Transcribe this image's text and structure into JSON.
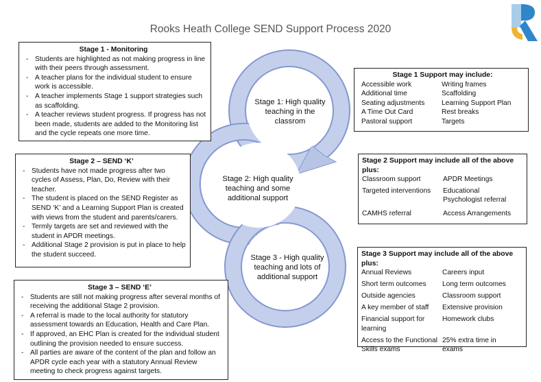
{
  "title": "Rooks Heath College SEND Support Process 2020",
  "colors": {
    "ring": "#b8c4e6",
    "ring_edge": "#8598d0",
    "logo_blue": "#2f86c8",
    "logo_light": "#a9cde9"
  },
  "stage1_box": {
    "heading": "Stage 1 - Monitoring",
    "items": [
      "Students are highlighted as not making progress in line with their peers through assessment.",
      "A teacher plans for the individual student to ensure work is accessible.",
      "A teacher implements Stage 1 support strategies such as scaffolding.",
      "A teacher reviews student progress. If progress has not been made, students are added to the Monitoring list and the cycle repeats one more time."
    ]
  },
  "stage2_box": {
    "heading": "Stage 2 – SEND ‘K’",
    "items": [
      "Students have not made progress after two cycles of Assess, Plan, Do, Review with their teacher.",
      "The student is placed on the SEND Register as SEND ‘K’ and a Learning Support Plan is created with views from the student and parents/carers.",
      "Termly targets are set and reviewed with the student in APDR meetings.",
      "Additional Stage 2 provision is put in place to help the student succeed."
    ]
  },
  "stage3_box": {
    "heading": "Stage 3 – SEND ‘E’",
    "items": [
      " Students are still not making progress after several months of receiving the additional Stage 2 provision.",
      "A referral is made to the local authority for statutory assessment towards an Education, Health and Care Plan.",
      "If approved, an EHC Plan is created for the individual student outlining the provision needed to ensure success.",
      "All parties are aware of the content of the plan and follow an APDR cycle each year with a statutory Annual Review meeting to check progress against targets."
    ]
  },
  "cycle": {
    "stage1": "Stage 1: High quality teaching in the classrom",
    "stage2": "Stage 2: High quality teaching and some additional support",
    "stage3": "Stage 3 - High quality teaching and lots of additional support"
  },
  "support1": {
    "heading": "Stage 1 Support may include:",
    "left": [
      "Accessible work",
      "Additional time",
      "Seating adjustments",
      "A Time Out Card",
      "Pastoral support"
    ],
    "right": [
      "Writing frames",
      "Scaffolding",
      "Learning Support Plan",
      "Rest breaks",
      "Targets"
    ]
  },
  "support2": {
    "heading": "Stage 2 Support may include all of the above plus:",
    "left": [
      "Classroom support",
      "Targeted interventions",
      "CAMHS referral"
    ],
    "right": [
      "APDR Meetings",
      "Educational Psychologist referral",
      "Access Arrangements"
    ]
  },
  "support3": {
    "heading": "Stage 3 Support may include all of the above plus:",
    "left": [
      "Annual Reviews",
      "Short term outcomes",
      "Outside agencies",
      "A key member of staff",
      "Financial support for learning",
      "Access to the Functional Skills exams"
    ],
    "right": [
      "Careers input",
      "Long term outcomes",
      "Classroom support",
      "Extensive provision",
      "Homework clubs",
      "25% extra time in exams"
    ]
  }
}
